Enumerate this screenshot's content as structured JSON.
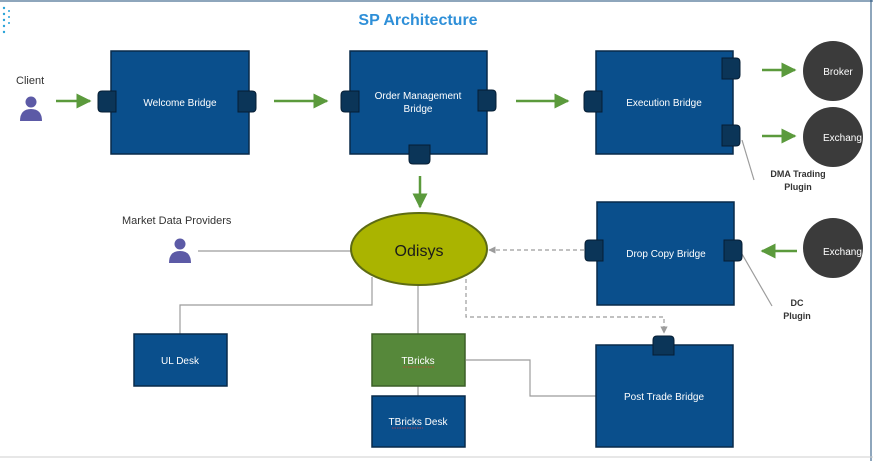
{
  "title": "SP Architecture",
  "colors": {
    "box_fill": "#0a4f8c",
    "box_border": "#082a4a",
    "port_fill": "#0b3558",
    "arrow_green": "#5b9a3c",
    "connector_gray": "#9c9c9c",
    "odisys_fill": "#aab400",
    "odisys_border": "#5d6b13",
    "tbricks_fill": "#56883a",
    "circle_fill": "#3b3b3b",
    "person_icon": "#5c5aa6",
    "title_color": "#2e8fd8"
  },
  "actors": {
    "client": "Client",
    "market_data": "Market Data Providers"
  },
  "boxes": {
    "welcome": "Welcome Bridge",
    "order_mgmt_line1": "Order Management",
    "order_mgmt_line2": "Bridge",
    "execution": "Execution Bridge",
    "drop_copy": "Drop Copy Bridge",
    "post_trade": "Post Trade Bridge",
    "ul_desk": "UL Desk",
    "tbricks": "TBricks",
    "tbricks_desk": "TBricks Desk"
  },
  "hub": "Odisys",
  "circles": {
    "broker": "Broker",
    "exchange_top": "Exchang",
    "exchange_bottom": "Exchang"
  },
  "plugins": {
    "dma_line1": "DMA Trading",
    "dma_line2": "Plugin",
    "dc_line1": "DC",
    "dc_line2": "Plugin"
  }
}
